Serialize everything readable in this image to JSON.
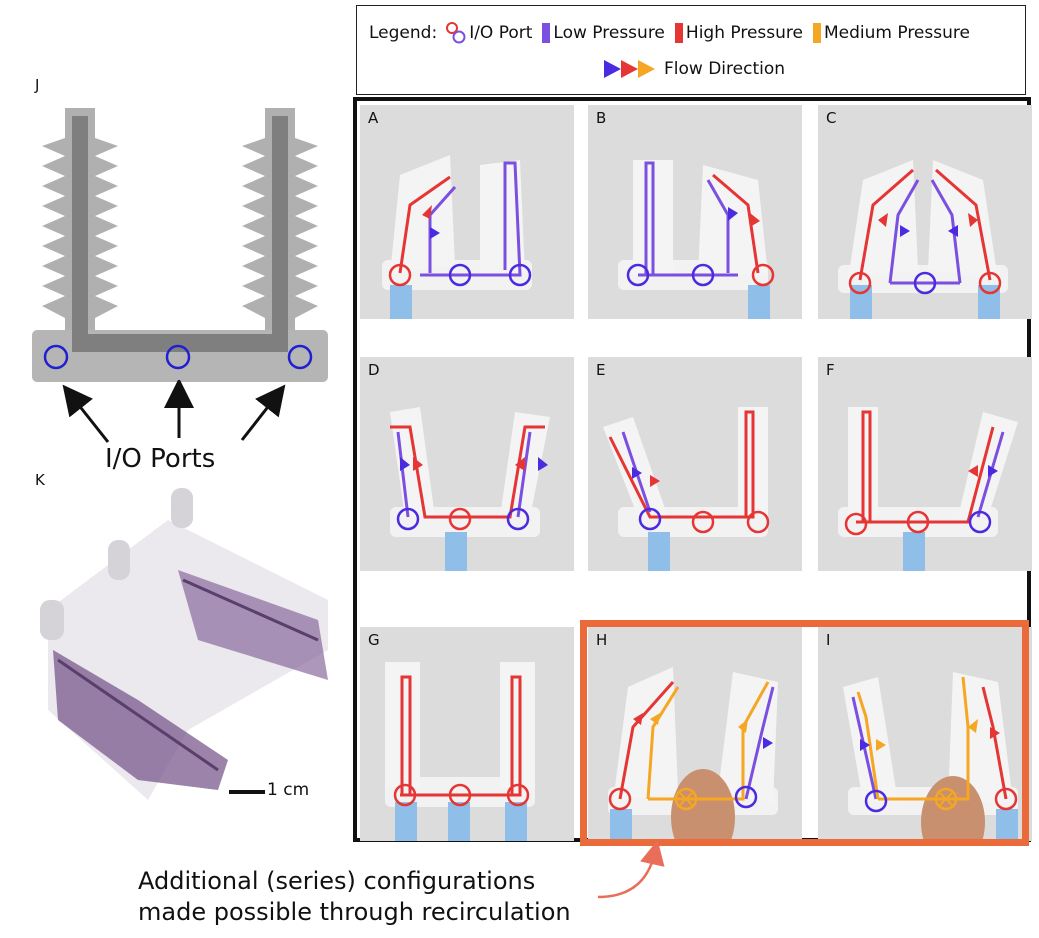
{
  "legend": {
    "title": "Legend:",
    "io_port": "I/O Port",
    "low": "Low Pressure",
    "high": "High Pressure",
    "medium": "Medium Pressure",
    "flow": "Flow Direction"
  },
  "colors": {
    "low": "#7b4fe0",
    "high": "#e53535",
    "medium": "#f5a623",
    "port": "#2020d0",
    "highlight": "#ea6a3a",
    "tube": "#8fbfe8"
  },
  "panels": {
    "A": "A",
    "B": "B",
    "C": "C",
    "D": "D",
    "E": "E",
    "F": "F",
    "G": "G",
    "H": "H",
    "I": "I"
  },
  "panel_j": {
    "label": "J",
    "ports_label": "I/O Ports"
  },
  "panel_k": {
    "label": "K",
    "scale": "1 cm"
  },
  "caption": {
    "line1": "Additional (series) configurations",
    "line2": "made possible through recirculation"
  }
}
